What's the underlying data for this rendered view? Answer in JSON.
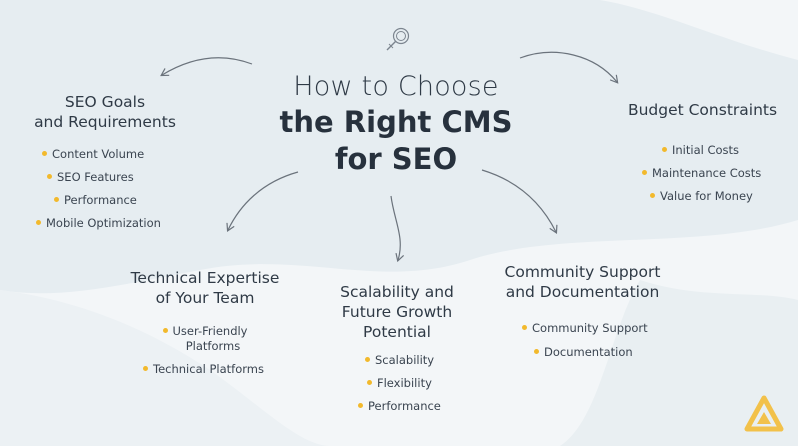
{
  "title": {
    "line1": "How to Choose",
    "line2": "the Right CMS",
    "line3": "for SEO"
  },
  "sections": {
    "seo_goals": {
      "heading_line1": "SEO Goals",
      "heading_line2": "and Requirements",
      "items": [
        "Content Volume",
        "SEO Features",
        "Performance",
        "Mobile Optimization"
      ]
    },
    "budget": {
      "heading": "Budget Constraints",
      "items": [
        "Initial Costs",
        "Maintenance Costs",
        "Value for Money"
      ]
    },
    "technical": {
      "heading_line1": "Technical Expertise",
      "heading_line2": "of Your Team",
      "items": [
        "User-Friendly",
        "Platforms",
        "Technical Platforms"
      ]
    },
    "scalability": {
      "heading_line1": "Scalability and",
      "heading_line2": "Future Growth",
      "heading_line3": "Potential",
      "items": [
        "Scalability",
        "Flexibility",
        "Performance"
      ]
    },
    "community": {
      "heading_line1": "Community Support",
      "heading_line2": "and Documentation",
      "items": [
        "Community Support",
        "Documentation"
      ]
    }
  },
  "colors": {
    "background": "#f3f6f8",
    "blob": "#e4ebef",
    "bullet": "#f2b92c",
    "logo": "#f2c14a",
    "text": "#2f3a46",
    "arrow": "#6b737c"
  },
  "icons": {
    "magnifier": "magnifier-icon",
    "logo": "triangle-logo-icon"
  }
}
